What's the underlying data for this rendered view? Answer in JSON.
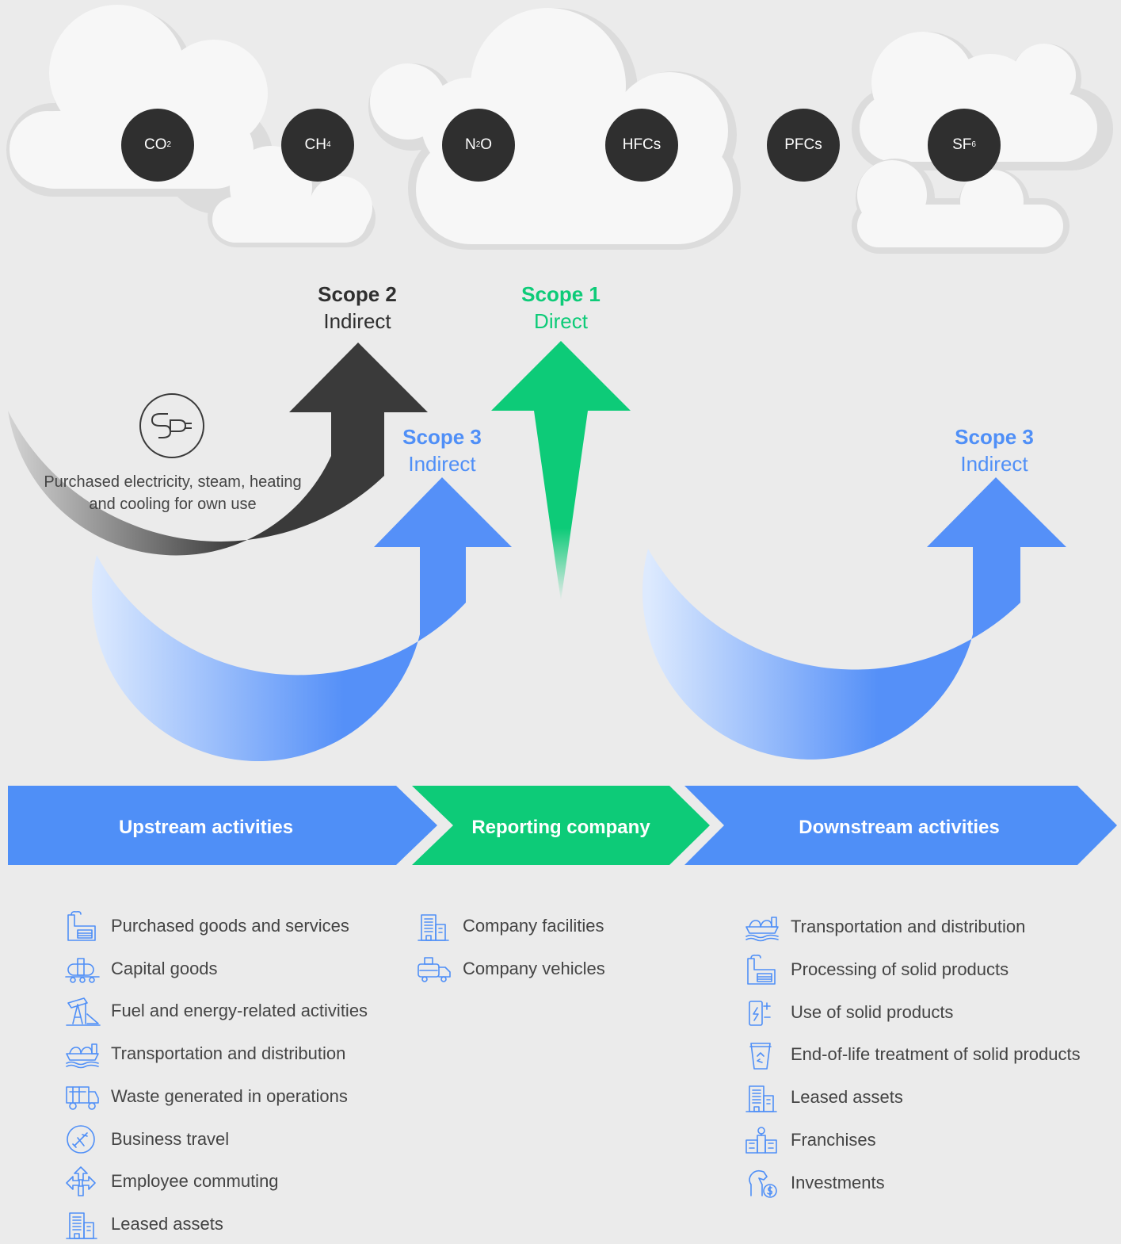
{
  "gases": [
    {
      "name": "CO",
      "sub": "2"
    },
    {
      "name": "CH",
      "sub": "4"
    },
    {
      "name": "N",
      "sub": "2",
      "after": "O"
    },
    {
      "name": "HFCs",
      "sub": ""
    },
    {
      "name": "PFCs",
      "sub": ""
    },
    {
      "name": "SF",
      "sub": "6"
    }
  ],
  "scopes": {
    "scope2": {
      "title": "Scope 2",
      "subtitle": "Indirect",
      "color": "#2f2f2f"
    },
    "scope1": {
      "title": "Scope 1",
      "subtitle": "Direct",
      "color": "#0dcb78"
    },
    "scope3_upstream": {
      "title": "Scope 3",
      "subtitle": "Indirect",
      "color": "#4f8ff7"
    },
    "scope3_downstream": {
      "title": "Scope 3",
      "subtitle": "Indirect",
      "color": "#4f8ff7"
    }
  },
  "electricity": {
    "icon": "electric-plug-icon",
    "label": "Purchased electricity, steam, heating and cooling for own use"
  },
  "value_chain": {
    "upstream": {
      "label": "Upstream activities",
      "color": "#4f8ff7"
    },
    "reporting": {
      "label": "Reporting company",
      "color": "#0dcb78"
    },
    "downstream": {
      "label": "Downstream activities",
      "color": "#4f8ff7"
    }
  },
  "upstream_items": [
    {
      "icon": "factory-icon",
      "label": "Purchased goods and services"
    },
    {
      "icon": "tanker-truck-icon",
      "label": "Capital goods"
    },
    {
      "icon": "oil-pump-icon",
      "label": "Fuel and energy-related activities"
    },
    {
      "icon": "cargo-ship-icon",
      "label": "Transportation and distribution"
    },
    {
      "icon": "garbage-truck-icon",
      "label": "Waste generated in operations"
    },
    {
      "icon": "airplane-icon",
      "label": "Business travel"
    },
    {
      "icon": "road-arrows-icon",
      "label": "Employee commuting"
    },
    {
      "icon": "office-building-icon",
      "label": "Leased assets"
    }
  ],
  "reporting_items": [
    {
      "icon": "office-building-icon",
      "label": "Company facilities"
    },
    {
      "icon": "delivery-truck-icon",
      "label": "Company vehicles"
    }
  ],
  "downstream_items": [
    {
      "icon": "cargo-ship-icon",
      "label": "Transportation and distribution"
    },
    {
      "icon": "factory-icon",
      "label": "Processing of solid products"
    },
    {
      "icon": "battery-icon",
      "label": "Use of solid products"
    },
    {
      "icon": "recycle-bin-icon",
      "label": "End-of-life treatment of solid products"
    },
    {
      "icon": "office-building-icon",
      "label": "Leased assets"
    },
    {
      "icon": "franchise-stores-icon",
      "label": "Franchises"
    },
    {
      "icon": "investment-icon",
      "label": "Investments"
    }
  ]
}
